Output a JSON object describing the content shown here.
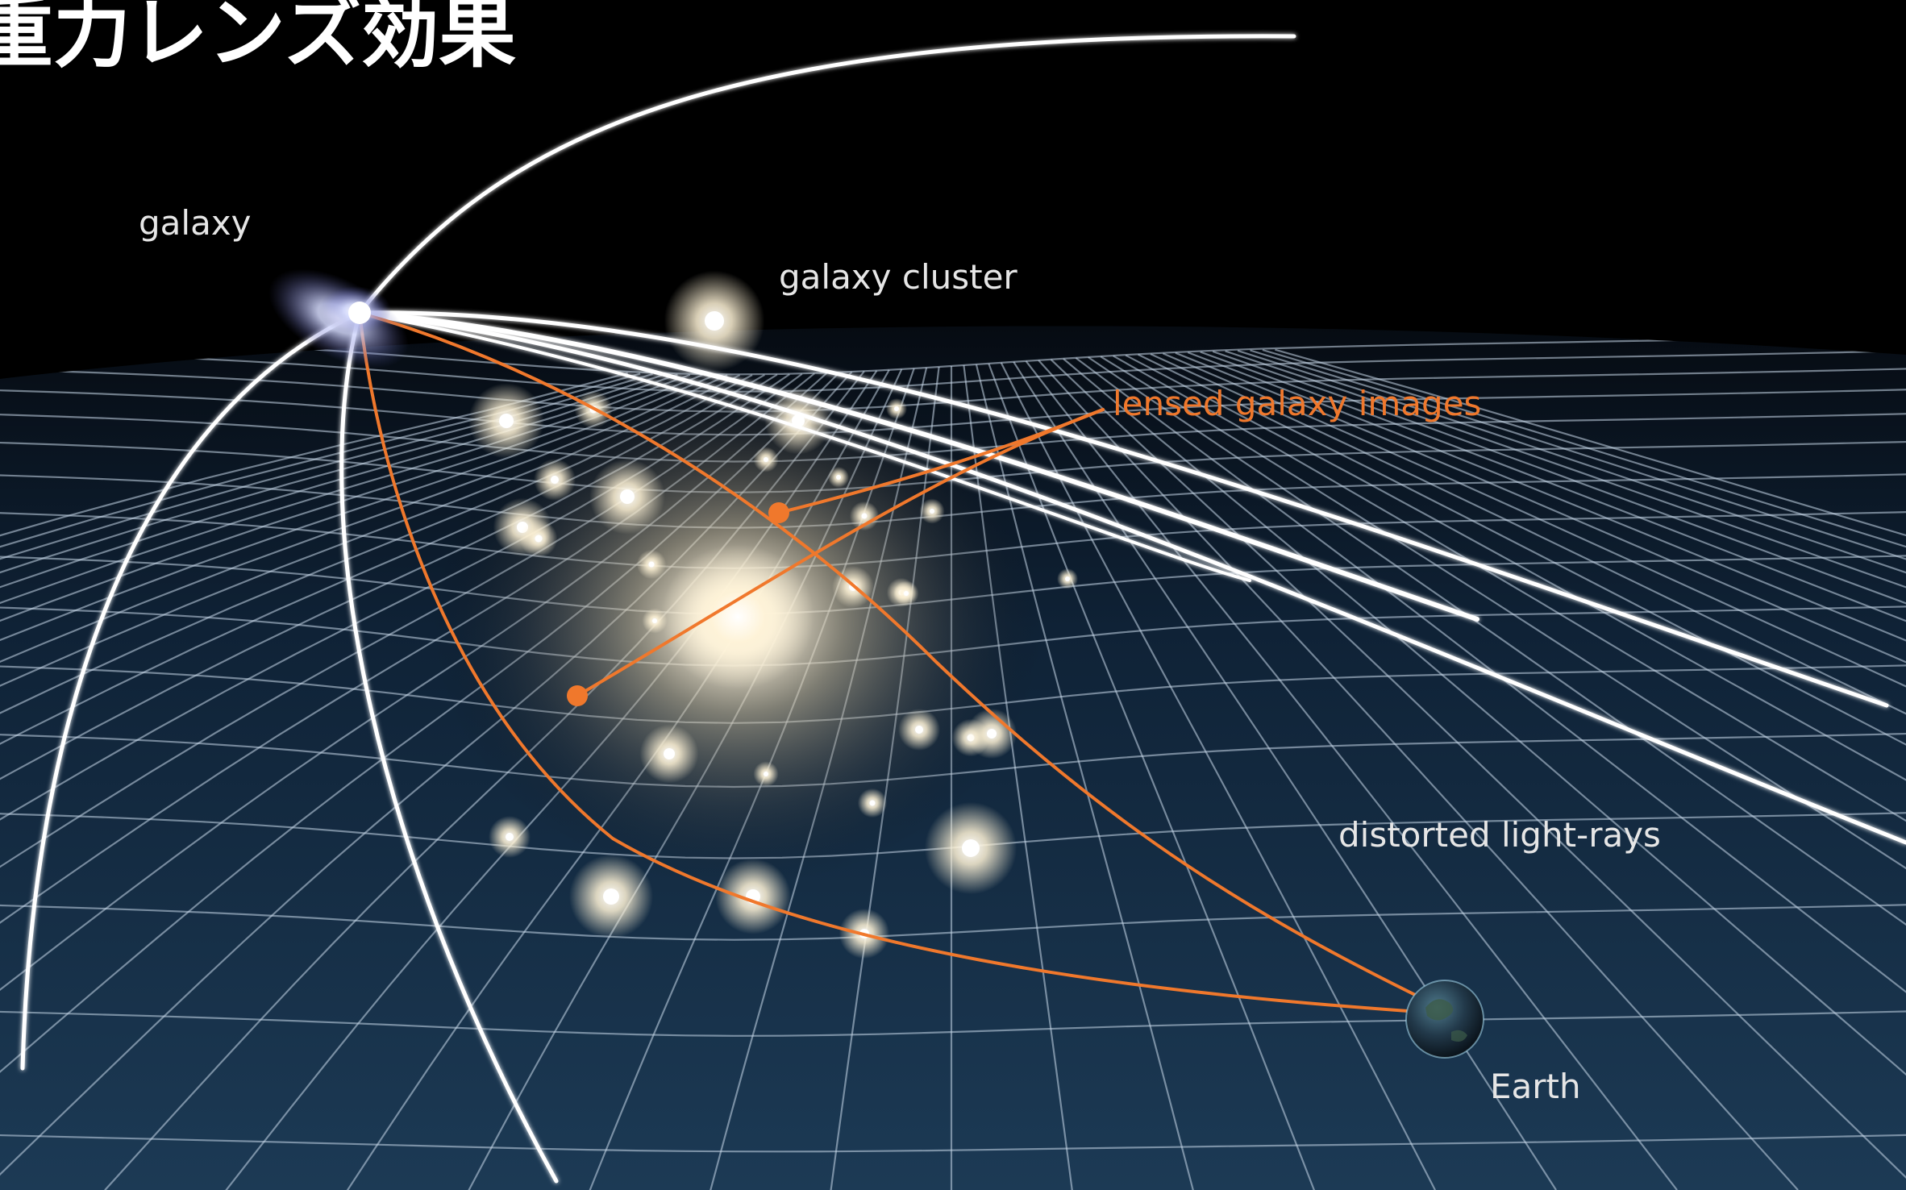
{
  "title": "重力レンズ効果",
  "labels": {
    "galaxy": "galaxy",
    "galaxy_cluster": "galaxy cluster",
    "lensed_images": "lensed galaxy images",
    "distorted_rays": "distorted light-rays",
    "earth": "Earth"
  },
  "colors": {
    "background": "#000000",
    "grid": "#c9d9ea",
    "ray": "#ffffff",
    "lensed_path": "#f0782c",
    "label_text": "#e6e6e6",
    "accent_text": "#f0782c"
  }
}
